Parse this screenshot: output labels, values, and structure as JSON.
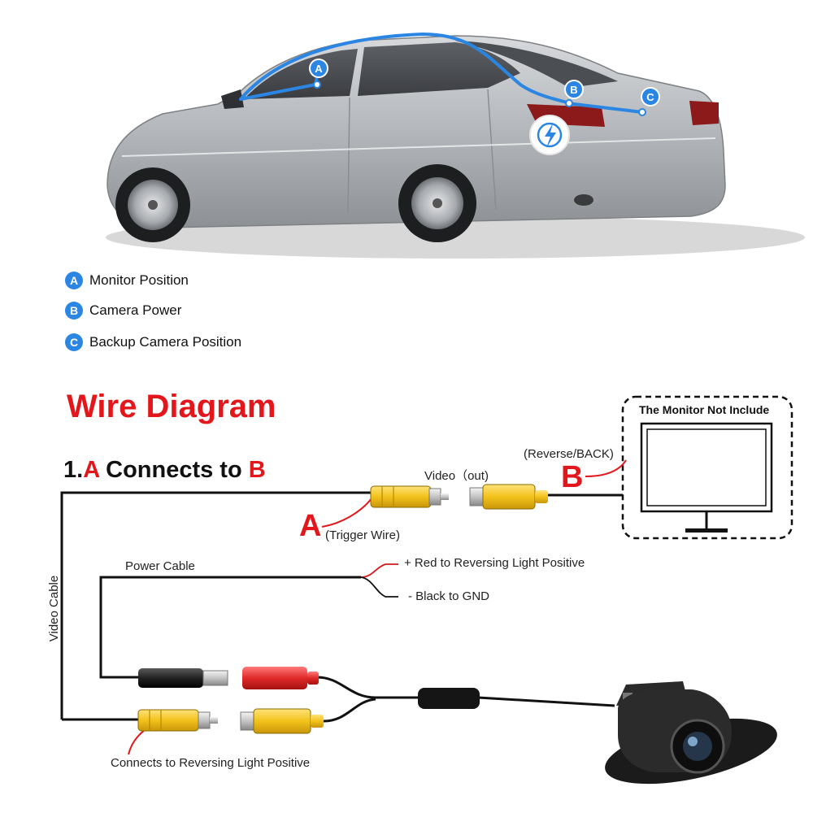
{
  "legend": [
    {
      "badge": "A",
      "label": "Monitor Position"
    },
    {
      "badge": "B",
      "label": "Camera Power"
    },
    {
      "badge": "C",
      "label": "Backup Camera Position"
    }
  ],
  "car_markers": {
    "a": "A",
    "b": "B",
    "c": "C"
  },
  "wire_diagram": {
    "title": "Wire Diagram",
    "step": {
      "prefix": "1.",
      "from": "A",
      "middle": " Connects to ",
      "to": "B"
    },
    "labels": {
      "video_out": "Video（out)",
      "reverse_back": "(Reverse/BACK)",
      "trigger_wire": "(Trigger Wire)",
      "power_cable": "Power Cable",
      "red_wire": "+ Red to Reversing Light Positive",
      "black_wire": "- Black to GND",
      "video_cable": "Video Cable",
      "reversing_positive": "Connects to Reversing Light Positive",
      "monitor_note": "The Monitor Not Include"
    },
    "letters": {
      "a": "A",
      "b": "B"
    }
  },
  "colors": {
    "accent_red": "#e3161b",
    "marker_blue": "#2b86e3",
    "rca_yellow": "#f2c21b",
    "rca_red": "#e02a2a"
  }
}
